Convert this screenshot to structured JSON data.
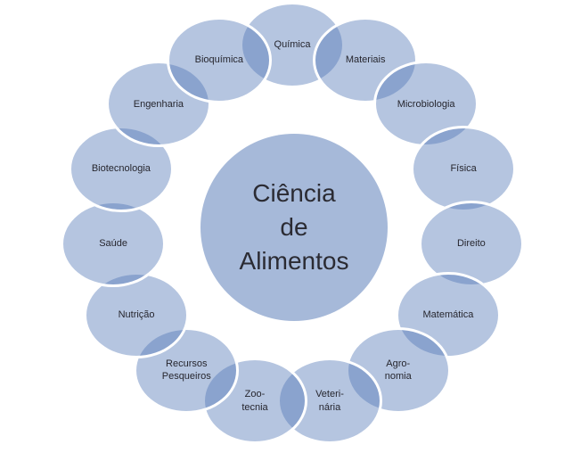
{
  "diagram": {
    "title": "Ciência de Alimentos radial diagram",
    "center": {
      "label": "Ciência\nde\nAlimentos"
    },
    "nodes": [
      {
        "id": "quimica",
        "label": "Química"
      },
      {
        "id": "materiais",
        "label": "Materiais"
      },
      {
        "id": "microbiologia",
        "label": "Microbiologia"
      },
      {
        "id": "fisica",
        "label": "Física"
      },
      {
        "id": "direito",
        "label": "Direito"
      },
      {
        "id": "matematica",
        "label": "Matemática"
      },
      {
        "id": "agronomia",
        "label": "Agro-\nnomia"
      },
      {
        "id": "veterinaria",
        "label": "Veteri-\nnária"
      },
      {
        "id": "zootecnia",
        "label": "Zoo-\ntecnia"
      },
      {
        "id": "recursos-pesqueiros",
        "label": "Recursos\nPesqueiros"
      },
      {
        "id": "nutricao",
        "label": "Nutrição"
      },
      {
        "id": "saude",
        "label": "Saúde"
      },
      {
        "id": "biotecnologia",
        "label": "Biotecnologia"
      },
      {
        "id": "engenharia",
        "label": "Engenharia"
      },
      {
        "id": "bioquimica",
        "label": "Bioquímica"
      }
    ],
    "colors": {
      "node_fill": "#aabfde",
      "node_overlap": "#8aa3cd",
      "node_border": "#ffffff",
      "text": "#26262e",
      "background": "#ffffff"
    }
  }
}
